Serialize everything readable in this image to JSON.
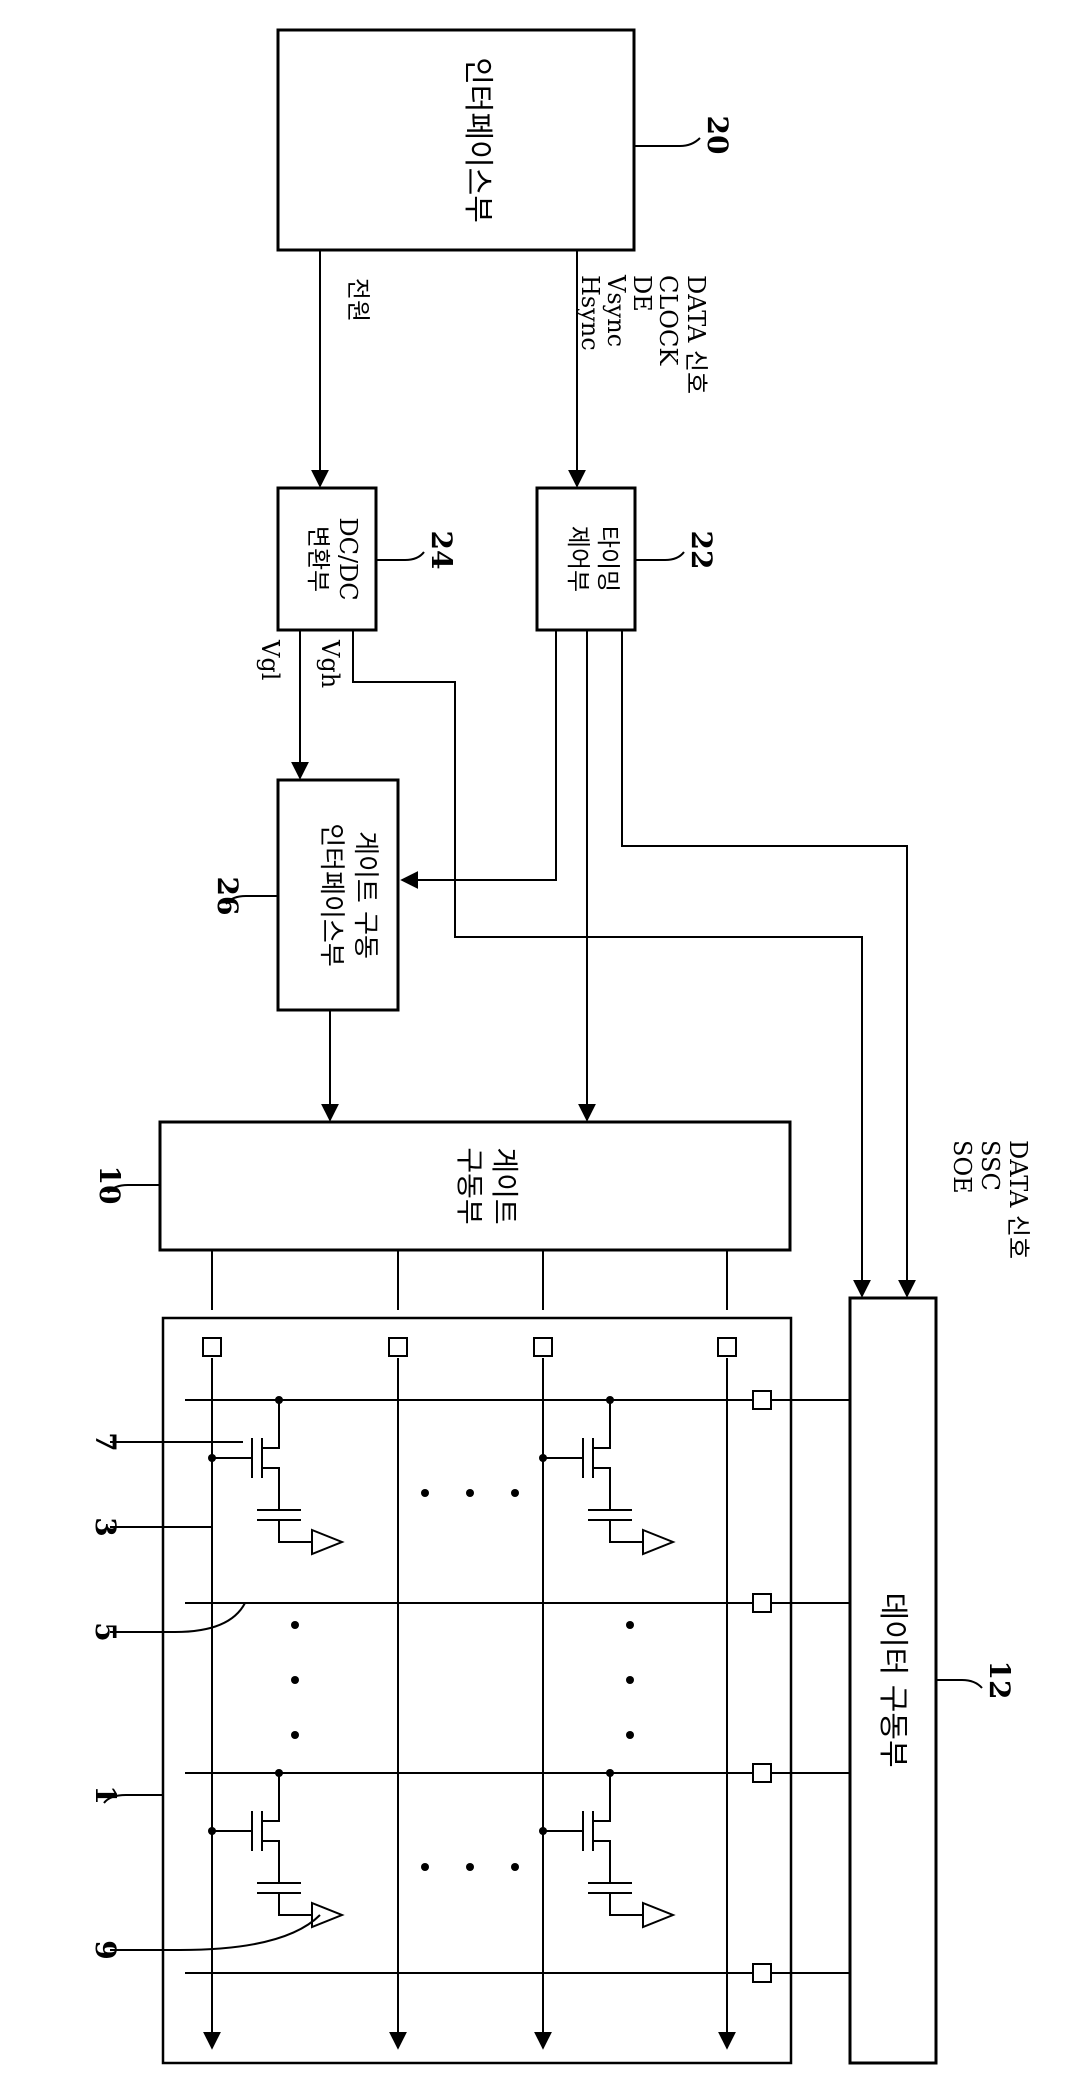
{
  "figure": {
    "blocks": {
      "interface_unit": {
        "label": "인터페이스부",
        "ref": "20"
      },
      "timing_controller": {
        "label_line1": "타이밍",
        "label_line2": "제어부",
        "ref": "22"
      },
      "dcdc_converter": {
        "label_line1": "DC/DC",
        "label_line2": "변환부",
        "ref": "24"
      },
      "gate_drive_interface": {
        "label_line1": "게이트 구동",
        "label_line2": "인터페이스부",
        "ref": "26"
      },
      "gate_driver": {
        "label_line1": "게이트",
        "label_line2": "구동부",
        "ref": "10"
      },
      "data_driver": {
        "label": "데이터 구동부",
        "ref": "12"
      }
    },
    "signals": {
      "power": "전원",
      "interface_to_timing": [
        "DATA 신호",
        "CLOCK",
        "DE",
        "Vsync",
        "Hsync"
      ],
      "dcdc_outputs": [
        "Vgh",
        "Vgl"
      ],
      "timing_to_data": [
        "DATA 신호",
        "SSC",
        "SOE"
      ]
    },
    "panel_refs": {
      "panel": "1",
      "gate_line": "3",
      "data_line": "5",
      "tft": "7",
      "liquid_crystal_cell": "9"
    }
  }
}
